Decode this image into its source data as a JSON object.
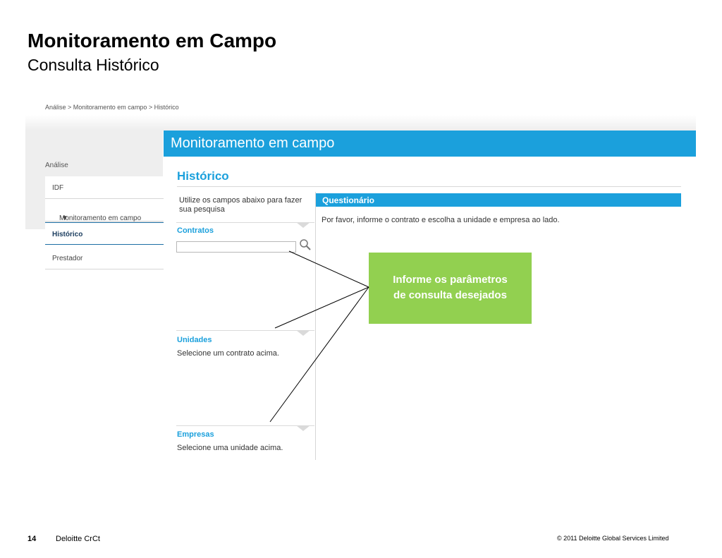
{
  "slide": {
    "title": "Monitoramento em Campo",
    "subtitle": "Consulta Histórico"
  },
  "breadcrumb": "Análise > Monitoramento em campo > Histórico",
  "sidebar": {
    "title": "Análise",
    "items": [
      {
        "label": "IDF"
      },
      {
        "label": "Monitoramento em campo",
        "chevron": "▼"
      },
      {
        "label": "Histórico"
      },
      {
        "label": "Prestador"
      }
    ]
  },
  "content": {
    "header": "Monitoramento em campo",
    "subtitle": "Histórico",
    "help_text": "Utilize os campos abaixo para fazer sua pesquisa",
    "contratos": {
      "label": "Contratos",
      "placeholder": ""
    },
    "unidades": {
      "label": "Unidades",
      "text": "Selecione um contrato acima."
    },
    "empresas": {
      "label": "Empresas",
      "text": "Selecione uma unidade acima."
    },
    "questionario": {
      "label": "Questionário",
      "text": "Por favor, informe o contrato e escolha a unidade e empresa ao lado."
    }
  },
  "callout": {
    "line1": "Informe os parâmetros",
    "line2": "de consulta desejados"
  },
  "footer": {
    "page_number": "14",
    "company": "Deloitte CrCt",
    "copyright": "© 2011 Deloitte Global Services Limited"
  },
  "colors": {
    "accent": "#1ba0dc",
    "callout": "#92d050",
    "active_border": "#1c6ea4"
  }
}
